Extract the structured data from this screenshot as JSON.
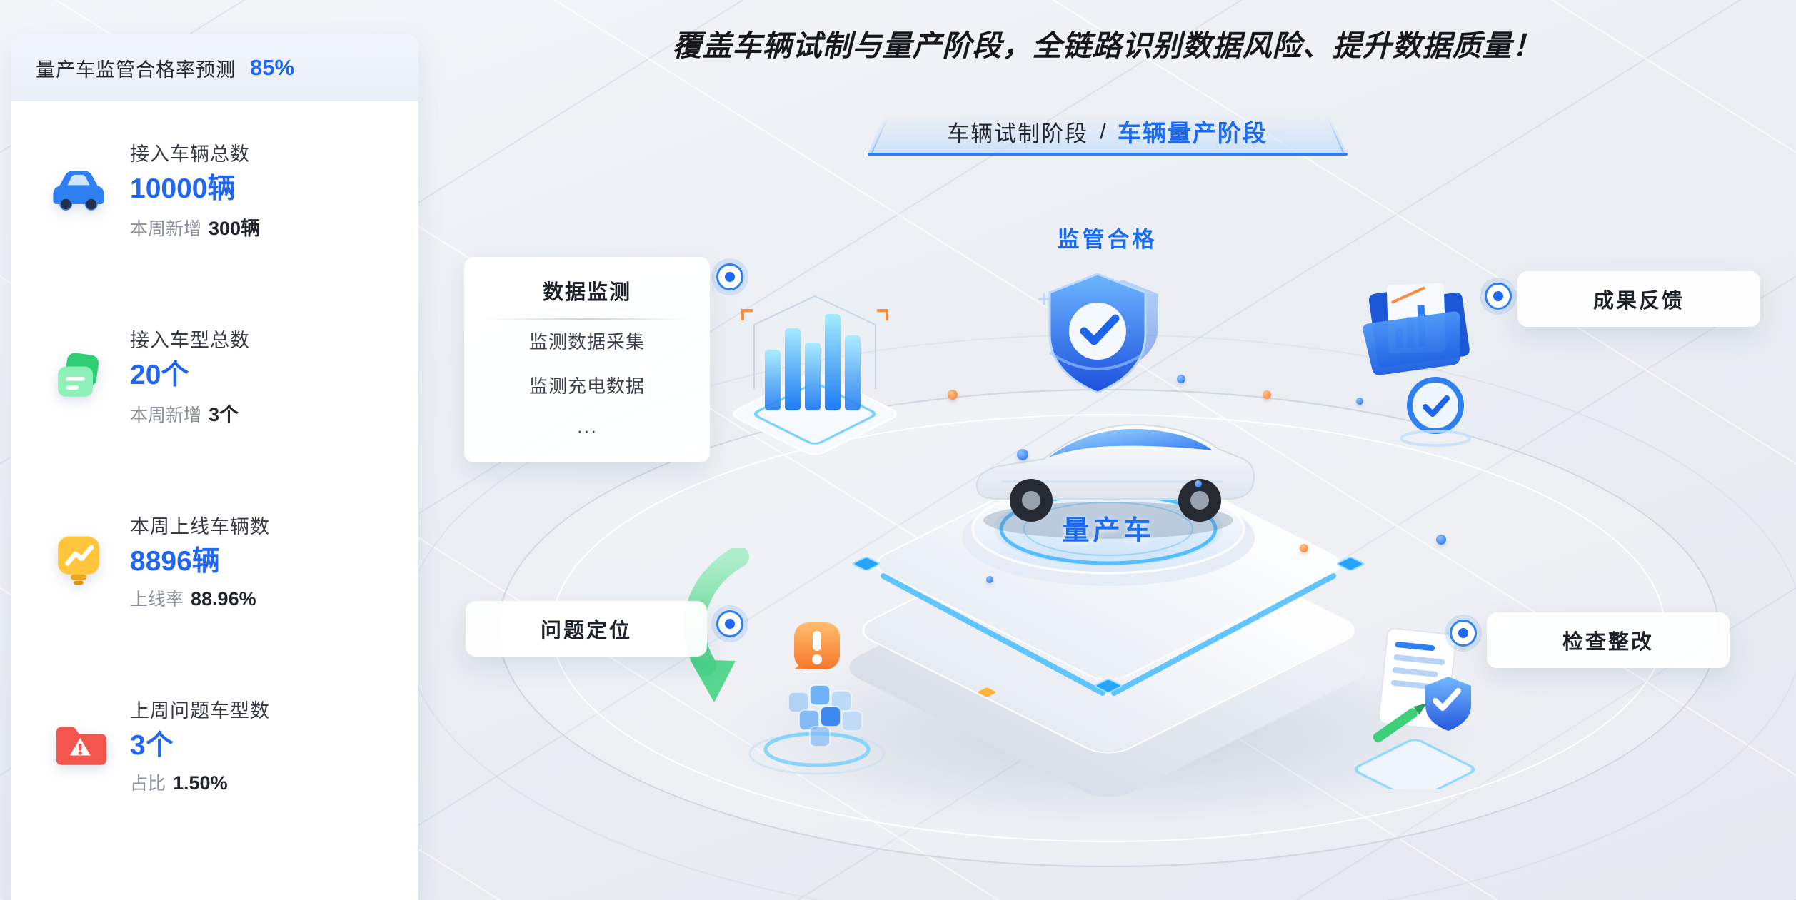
{
  "sidebar": {
    "header": {
      "label": "量产车监管合格率预测",
      "value": "85%"
    },
    "stats": [
      {
        "label": "接入车辆总数",
        "value": "10000辆",
        "sub_label": "本周新增",
        "sub_value": "300辆"
      },
      {
        "label": "接入车型总数",
        "value": "20个",
        "sub_label": "本周新增",
        "sub_value": "3个"
      },
      {
        "label": "本周上线车辆数",
        "value": "8896辆",
        "sub_label": "上线率",
        "sub_value": "88.96%"
      },
      {
        "label": "上周问题车型数",
        "value": "3个",
        "sub_label": "占比",
        "sub_value": "1.50%"
      }
    ]
  },
  "main": {
    "headline": "覆盖车辆试制与量产阶段，全链路识别数据风险、提升数据质量！",
    "stage_tabs": {
      "trial": "车辆试制阶段",
      "separator": "/",
      "production": "车辆量产阶段"
    },
    "status_label": "监管合格",
    "center_label": "量产车",
    "nodes": {
      "data_monitor": {
        "title": "数据监测",
        "items": [
          "监测数据采集",
          "监测充电数据",
          "···"
        ]
      },
      "feedback": {
        "title": "成果反馈"
      },
      "locate": {
        "title": "问题定位"
      },
      "rectify": {
        "title": "检查整改"
      }
    }
  },
  "colors": {
    "accent_blue": "#1f66f0",
    "marker_blue": "#2e7ff2",
    "status_blue": "#1b6bf0",
    "car_icon": "#2e7ff2",
    "model_icon": "#2fcf77",
    "online_icon": "#ffc53d",
    "problem_icon": "#f4564e",
    "decor_orange": "#f97c2c",
    "arrow_green": "#3ecf7a"
  },
  "icon_names": {
    "sidebar": [
      "car-icon",
      "model-cards-icon",
      "online-trend-icon",
      "problem-folder-icon"
    ],
    "scene": [
      "node-marker-icon",
      "city-data-icon",
      "shield-check-icon",
      "folder-chart-icon",
      "clock-check-icon",
      "alert-cubes-icon",
      "document-check-icon",
      "green-arrow-icon"
    ]
  }
}
